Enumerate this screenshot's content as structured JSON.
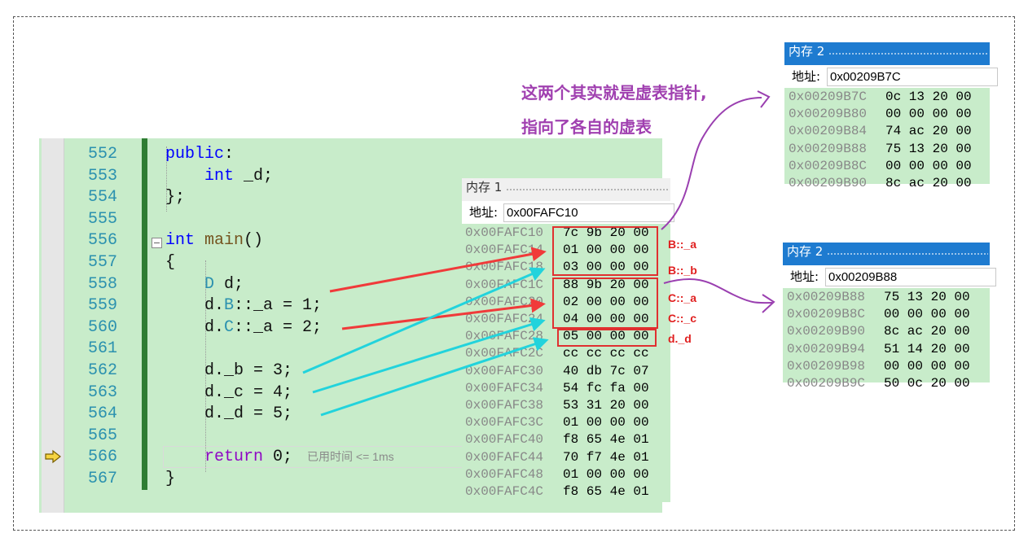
{
  "editor": {
    "lines": [
      {
        "n": "552",
        "html_parts": [
          [
            "kw",
            "public"
          ],
          [
            "op",
            ":"
          ]
        ]
      },
      {
        "n": "553",
        "html_parts": [
          [
            "op",
            "    "
          ],
          [
            "kw",
            "int"
          ],
          [
            "op",
            " _d;"
          ]
        ]
      },
      {
        "n": "554",
        "html_parts": [
          [
            "op",
            "};"
          ]
        ]
      },
      {
        "n": "555",
        "html_parts": []
      },
      {
        "n": "556",
        "html_parts": [
          [
            "kw",
            "int"
          ],
          [
            "op",
            " "
          ],
          [
            "fn",
            "main"
          ],
          [
            "op",
            "()"
          ]
        ]
      },
      {
        "n": "557",
        "html_parts": [
          [
            "op",
            "{"
          ]
        ]
      },
      {
        "n": "558",
        "html_parts": [
          [
            "op",
            "    "
          ],
          [
            "ty",
            "D"
          ],
          [
            "op",
            " d;"
          ]
        ]
      },
      {
        "n": "559",
        "html_parts": [
          [
            "op",
            "    d."
          ],
          [
            "ty",
            "B"
          ],
          [
            "op",
            "::_a = 1;"
          ]
        ]
      },
      {
        "n": "560",
        "html_parts": [
          [
            "op",
            "    d."
          ],
          [
            "ty",
            "C"
          ],
          [
            "op",
            "::_a = 2;"
          ]
        ]
      },
      {
        "n": "561",
        "html_parts": []
      },
      {
        "n": "562",
        "html_parts": [
          [
            "op",
            "    d._b = 3;"
          ]
        ]
      },
      {
        "n": "563",
        "html_parts": [
          [
            "op",
            "    d._c = 4;"
          ]
        ]
      },
      {
        "n": "564",
        "html_parts": [
          [
            "op",
            "    d._d = 5;"
          ]
        ]
      },
      {
        "n": "565",
        "html_parts": []
      },
      {
        "n": "566",
        "html_parts": [
          [
            "op",
            "    "
          ],
          [
            "kw2",
            "return"
          ],
          [
            "op",
            " 0;"
          ]
        ]
      },
      {
        "n": "567",
        "html_parts": [
          [
            "op",
            "}"
          ]
        ]
      }
    ],
    "time_hint": "已用时间 <= 1ms"
  },
  "mem1": {
    "title": "内存 1",
    "addr_label": "地址:",
    "addr_value": "0x00FAFC10",
    "rows": [
      [
        "0x00FAFC10",
        "7c 9b 20 00"
      ],
      [
        "0x00FAFC14",
        "01 00 00 00"
      ],
      [
        "0x00FAFC18",
        "03 00 00 00"
      ],
      [
        "0x00FAFC1C",
        "88 9b 20 00"
      ],
      [
        "0x00FAFC20",
        "02 00 00 00"
      ],
      [
        "0x00FAFC24",
        "04 00 00 00"
      ],
      [
        "0x00FAFC28",
        "05 00 00 00"
      ],
      [
        "0x00FAFC2C",
        "cc cc cc cc"
      ],
      [
        "0x00FAFC30",
        "40 db 7c 07"
      ],
      [
        "0x00FAFC34",
        "54 fc fa 00"
      ],
      [
        "0x00FAFC38",
        "53 31 20 00"
      ],
      [
        "0x00FAFC3C",
        "01 00 00 00"
      ],
      [
        "0x00FAFC40",
        "f8 65 4e 01"
      ],
      [
        "0x00FAFC44",
        "70 f7 4e 01"
      ],
      [
        "0x00FAFC48",
        "01 00 00 00"
      ],
      [
        "0x00FAFC4C",
        "f8 65 4e 01"
      ]
    ]
  },
  "mem2a": {
    "title": "内存 2",
    "addr_label": "地址:",
    "addr_value": "0x00209B7C",
    "rows": [
      [
        "0x00209B7C",
        "0c 13 20 00"
      ],
      [
        "0x00209B80",
        "00 00 00 00"
      ],
      [
        "0x00209B84",
        "74 ac 20 00"
      ],
      [
        "0x00209B88",
        "75 13 20 00"
      ],
      [
        "0x00209B8C",
        "00 00 00 00"
      ],
      [
        "0x00209B90",
        "8c ac 20 00"
      ]
    ]
  },
  "mem2b": {
    "title": "内存 2",
    "addr_label": "地址:",
    "addr_value": "0x00209B88",
    "rows": [
      [
        "0x00209B88",
        "75 13 20 00"
      ],
      [
        "0x00209B8C",
        "00 00 00 00"
      ],
      [
        "0x00209B90",
        "8c ac 20 00"
      ],
      [
        "0x00209B94",
        "51 14 20 00"
      ],
      [
        "0x00209B98",
        "00 00 00 00"
      ],
      [
        "0x00209B9C",
        "50 0c 20 00"
      ]
    ]
  },
  "annotations": {
    "note_line1": "这两个其实就是虚表指针,",
    "note_line2": "指向了各自的虚表",
    "tag_b_a": "B::_a",
    "tag_b_b": "B::_b",
    "tag_c_a": "C::_a",
    "tag_c_c": "C::_c",
    "tag_d_d": "d._d"
  },
  "colors": {
    "editor_bg": "#c8ecca",
    "keyword": "#0000ff",
    "return_keyword": "#8f08c4",
    "type": "#2b91af",
    "annotation_red": "#e03030",
    "annotation_cyan": "#22d3dc",
    "annotation_purple": "#a040b0",
    "memory_title_blue": "#1e7bd0"
  },
  "icons": {
    "instruction_pointer": "yellow-arrow-icon",
    "fold_toggle": "collapse-minus-icon"
  }
}
